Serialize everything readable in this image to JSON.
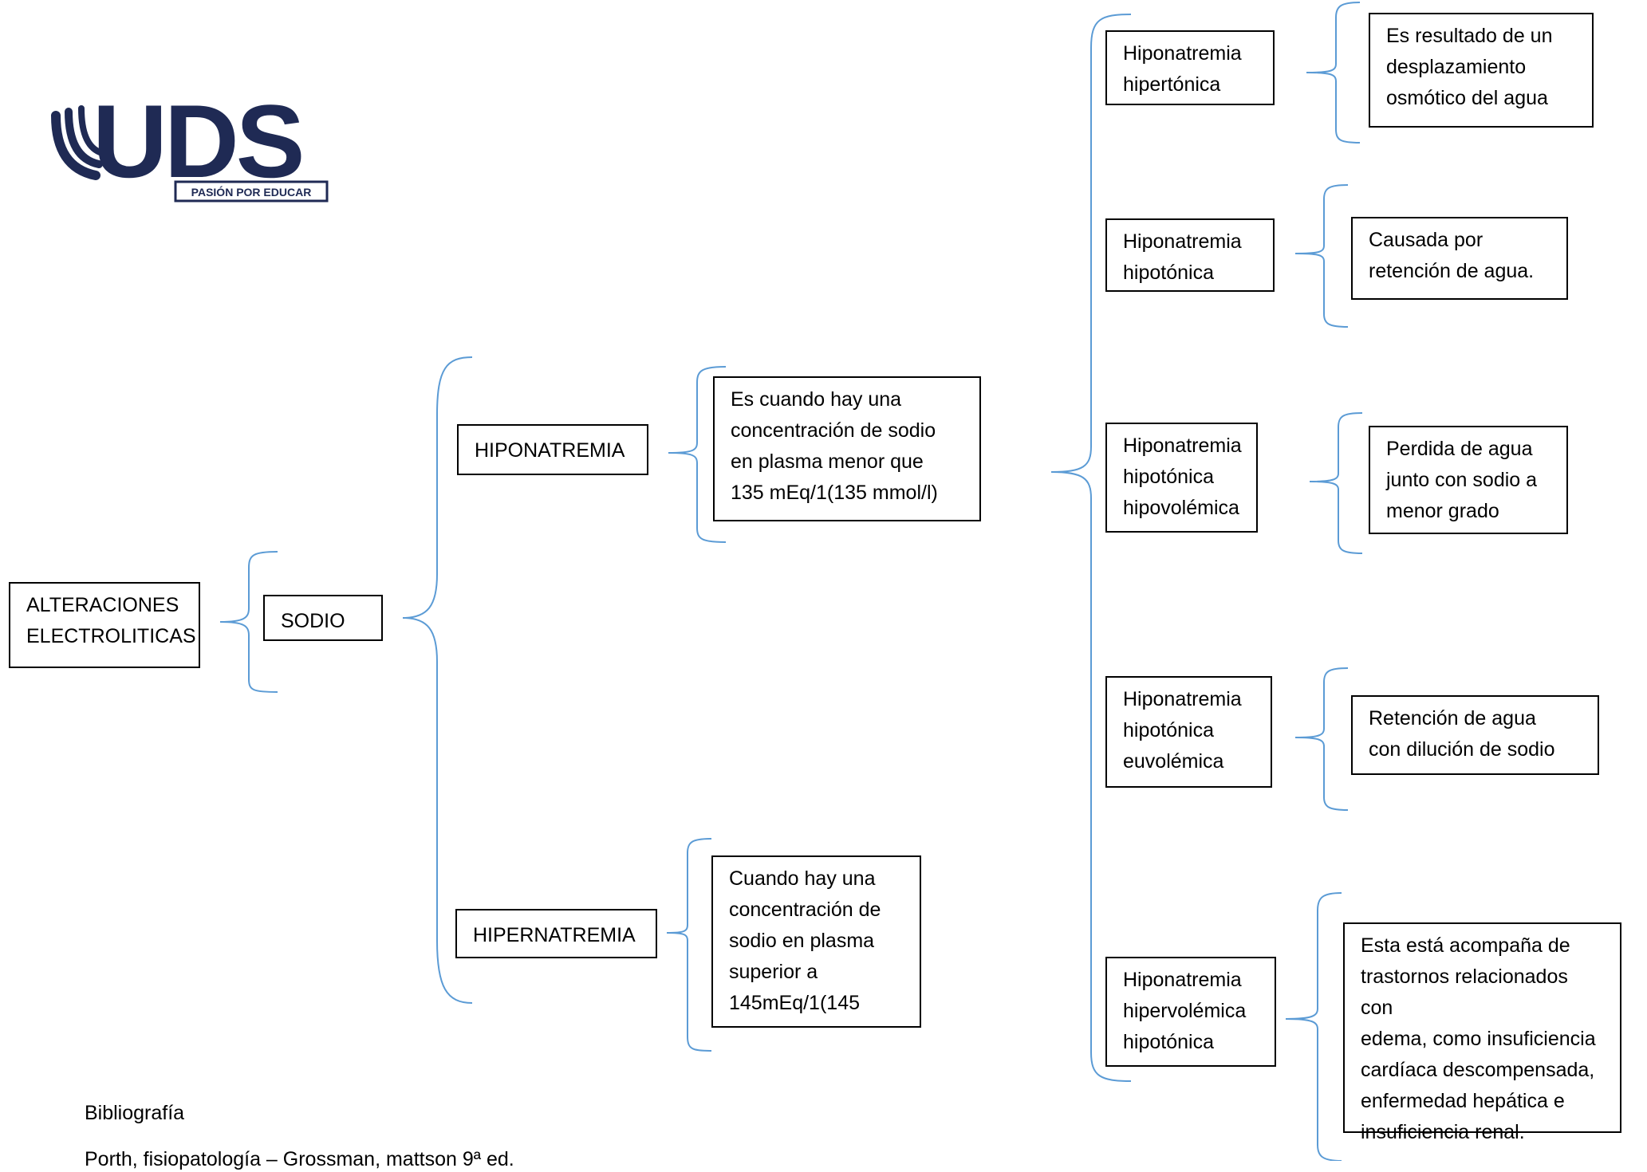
{
  "logo": {
    "brand": "UDS",
    "tagline": "PASIÓN POR EDUCAR",
    "color": "#1f2a54"
  },
  "connector_color": "#5b9bd5",
  "nodes": {
    "root": "ALTERACIONES\nELECTROLITICAS",
    "sodio": "SODIO",
    "hiponatremia": "HIPONATREMIA",
    "hipernatremia": "HIPERNATREMIA",
    "hiponatremia_def": "Es cuando hay una\nconcentración de sodio\nen plasma menor que\n135 mEq/1(135 mmol/l)",
    "hipernatremia_def": "Cuando hay una\nconcentración de\nsodio en plasma\nsuperior a\n145mEq/1(145",
    "types": [
      {
        "label": "Hiponatremia\nhipertónica",
        "description": "Es resultado de un\ndesplazamiento\nosmótico del agua"
      },
      {
        "label": "Hiponatremia\nhipotónica",
        "description": "Causada por\nretención de agua."
      },
      {
        "label": "Hiponatremia\nhipotónica\nhipovolémica",
        "description": "Perdida de agua\njunto con sodio a\nmenor grado"
      },
      {
        "label": "Hiponatremia\nhipotónica\neuvolémica",
        "description": "Retención de agua\ncon dilución de sodio"
      },
      {
        "label": "Hiponatremia\nhipervolémica\nhipotónica",
        "description": "Esta está acompaña de\ntrastornos relacionados con\nedema, como insuficiencia\ncardíaca descompensada,\nenfermedad hepática e\ninsuficiencia renal."
      }
    ]
  },
  "bibliography": {
    "heading": "Bibliografía",
    "reference": "Porth, fisiopatología – Grossman, mattson 9ª ed."
  }
}
